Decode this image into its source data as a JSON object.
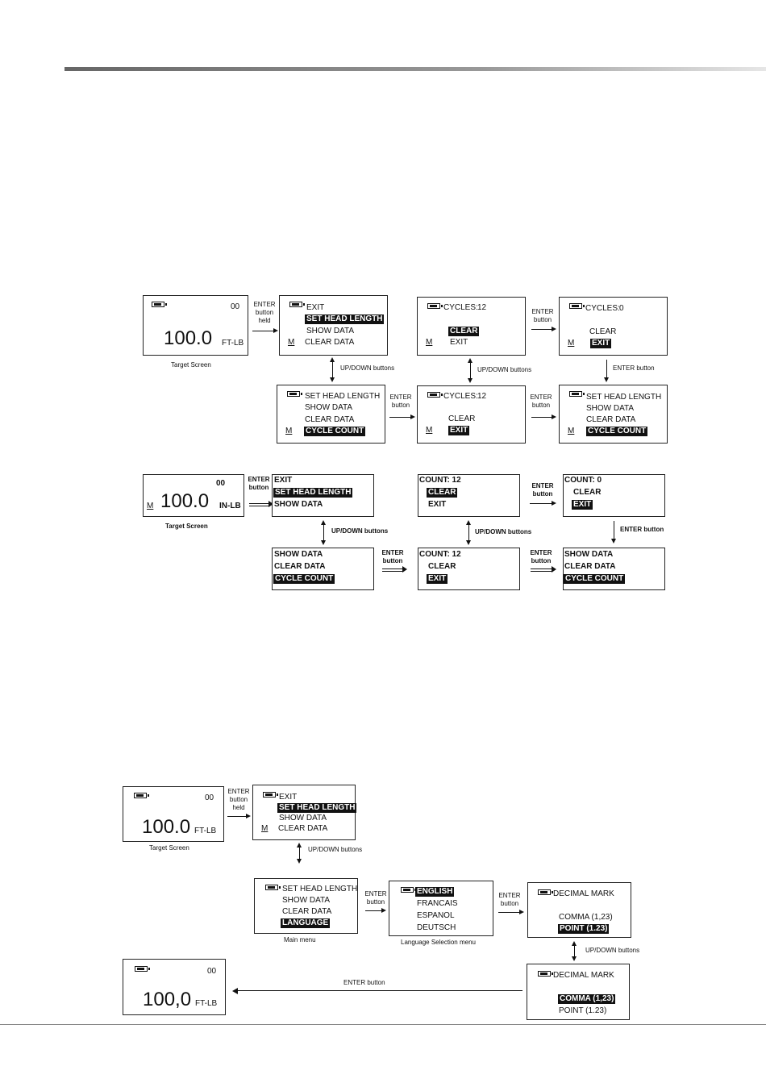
{
  "common": {
    "battery_icon": "battery-icon",
    "m_key": "M",
    "ud_label": "UP/DOWN buttons",
    "enter_button": "ENTER button",
    "enter": "ENTER",
    "button": "button",
    "held": "held",
    "target_screen": "Target Screen",
    "main_menu_caption": "Main menu",
    "lang_menu_caption": "Language Selection menu"
  },
  "d1": {
    "target": {
      "count": "00",
      "value": "100.0",
      "unit": "FT-LB"
    },
    "menu_top": [
      "EXIT",
      "SET HEAD LENGTH",
      "SHOW DATA",
      "CLEAR DATA"
    ],
    "menu_bottom": [
      "SET HEAD LENGTH",
      "SHOW DATA",
      "CLEAR DATA",
      "CYCLE COUNT"
    ],
    "cycles_a": {
      "label": "CYCLES:",
      "value": "12",
      "opt1": "CLEAR",
      "opt2": "EXIT"
    },
    "cycles_b": {
      "label": "CYCLES:",
      "value": "12",
      "opt1": "CLEAR",
      "opt2": "EXIT"
    },
    "cycles_c": {
      "label": "CYCLES:",
      "value": "0",
      "opt1": "CLEAR",
      "opt2": "EXIT"
    },
    "menu_final": [
      "SET HEAD LENGTH",
      "SHOW DATA",
      "CLEAR DATA",
      "CYCLE COUNT"
    ]
  },
  "d2": {
    "target": {
      "count": "00",
      "value": "100.0",
      "unit": "IN-LB"
    },
    "menu_top": [
      "EXIT",
      "SET HEAD LENGTH",
      "SHOW DATA"
    ],
    "menu_bottom": [
      "SHOW DATA",
      "CLEAR DATA",
      "CYCLE COUNT"
    ],
    "count_a": {
      "label": "COUNT: 12",
      "opt1": "CLEAR",
      "opt2": "EXIT"
    },
    "count_b": {
      "label": "COUNT: 12",
      "opt1": "CLEAR",
      "opt2": "EXIT"
    },
    "count_c": {
      "label": "COUNT: 0",
      "opt1": "CLEAR",
      "opt2": "EXIT"
    },
    "menu_final": [
      "SHOW DATA",
      "CLEAR DATA",
      "CYCLE COUNT"
    ]
  },
  "d3": {
    "target": {
      "count": "00",
      "value": "100.0",
      "unit": "FT-LB"
    },
    "menu_top": [
      "EXIT",
      "SET HEAD LENGTH",
      "SHOW DATA",
      "CLEAR DATA"
    ],
    "main_menu": [
      "SET HEAD LENGTH",
      "SHOW DATA",
      "CLEAR DATA",
      "LANGUAGE"
    ],
    "languages": [
      "ENGLISH",
      "FRANCAIS",
      "ESPANOL",
      "DEUTSCH"
    ],
    "decimal_a": {
      "title": "DECIMAL MARK",
      "opt1": "COMMA (1,23)",
      "opt2": "POINT (1.23)"
    },
    "decimal_b": {
      "title": "DECIMAL MARK",
      "opt1": "COMMA (1,23)",
      "opt2": "POINT (1.23)"
    },
    "result": {
      "count": "00",
      "value": "100,0",
      "unit": "FT-LB"
    }
  }
}
